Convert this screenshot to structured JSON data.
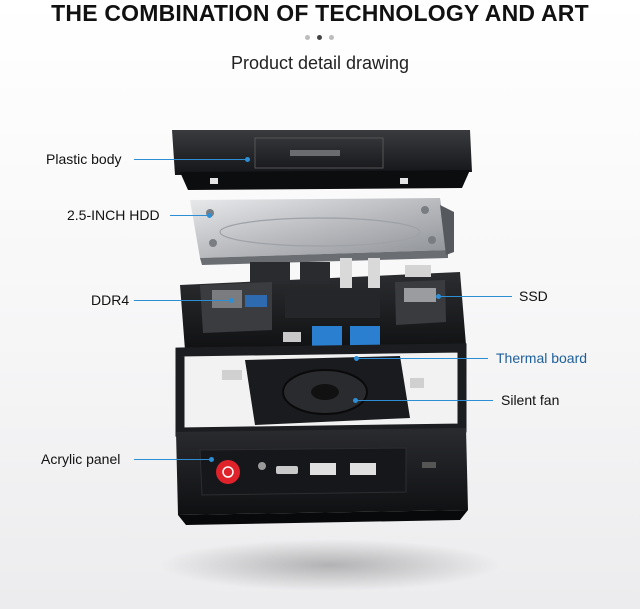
{
  "header": {
    "title": "THE COMBINATION OF TECHNOLOGY AND ART",
    "subtitle": "Product detail drawing"
  },
  "carousel": {
    "dot_count": 3,
    "active_index": 1
  },
  "callouts": {
    "plastic_body": "Plastic body",
    "hdd": "2.5-INCH HDD",
    "ddr4": "DDR4",
    "ssd": "SSD",
    "thermal_board": "Thermal board",
    "silent_fan": "Silent fan",
    "acrylic_panel": "Acrylic panel"
  },
  "colors": {
    "callout_line": "#2c8fd6",
    "label_blue": "#1e5f9a",
    "case_dark": "#1e1f22",
    "usb_blue": "#2a7fd0",
    "power_red": "#e0232b"
  }
}
